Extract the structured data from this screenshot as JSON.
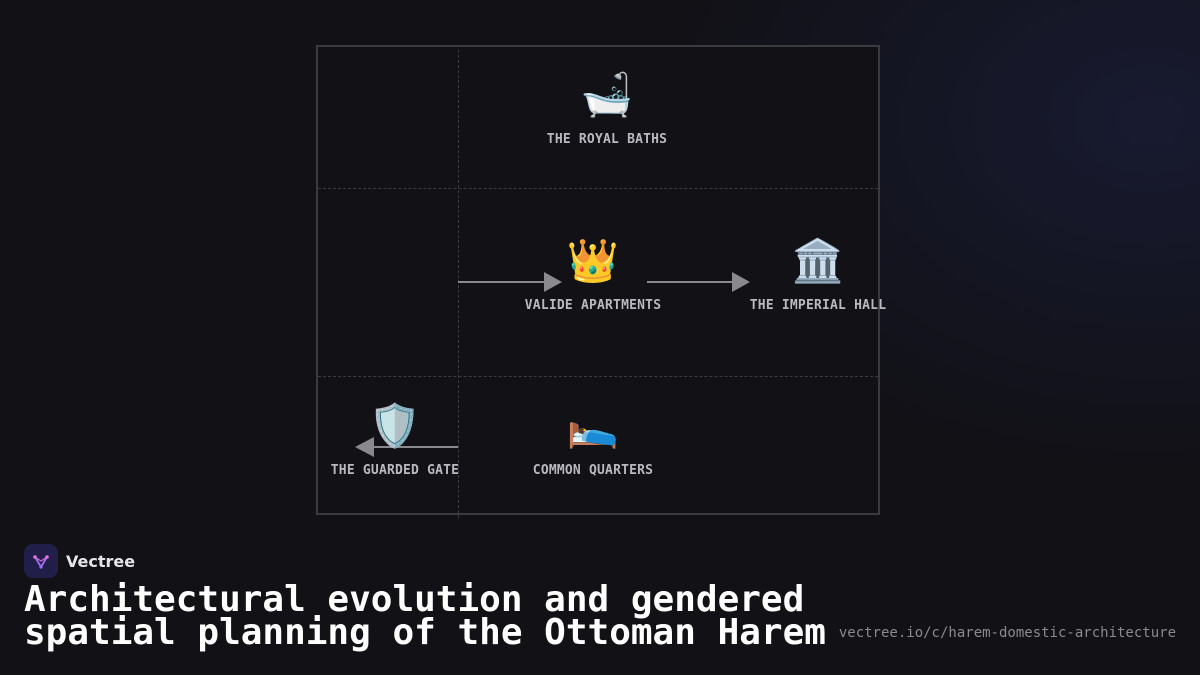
{
  "diagram": {
    "nodes": [
      {
        "id": "royal-baths",
        "label": "THE ROYAL BATHS",
        "icon": "bathtub-icon",
        "glyph": "🛁"
      },
      {
        "id": "valide-apartments",
        "label": "VALIDE APARTMENTS",
        "icon": "crown-icon",
        "glyph": "👑"
      },
      {
        "id": "imperial-hall",
        "label": "THE IMPERIAL HALL",
        "icon": "classical-building-icon",
        "glyph": "🏛️"
      },
      {
        "id": "guarded-gate",
        "label": "THE GUARDED GATE",
        "icon": "shield-icon",
        "glyph": "🛡️"
      },
      {
        "id": "common-quarters",
        "label": "COMMON QUARTERS",
        "icon": "person-in-bed-icon",
        "glyph": "🛌"
      }
    ],
    "edges": [
      {
        "from": "gate-corridor",
        "to": "valide-apartments"
      },
      {
        "from": "valide-apartments",
        "to": "imperial-hall"
      },
      {
        "from": "gate-corridor",
        "to": "guarded-gate"
      }
    ],
    "colors": {
      "arrow": "#8a8a8e",
      "grid": "#3a3a40",
      "border": "#3a3a3f",
      "label": "#b9b9bf"
    }
  },
  "footer": {
    "brand": "Vectree",
    "brand_icon": "vectree-logo-icon",
    "title": "Architectural evolution and gendered spatial planning of the Ottoman Harem",
    "url": "vectree.io/c/harem-domestic-architecture"
  }
}
